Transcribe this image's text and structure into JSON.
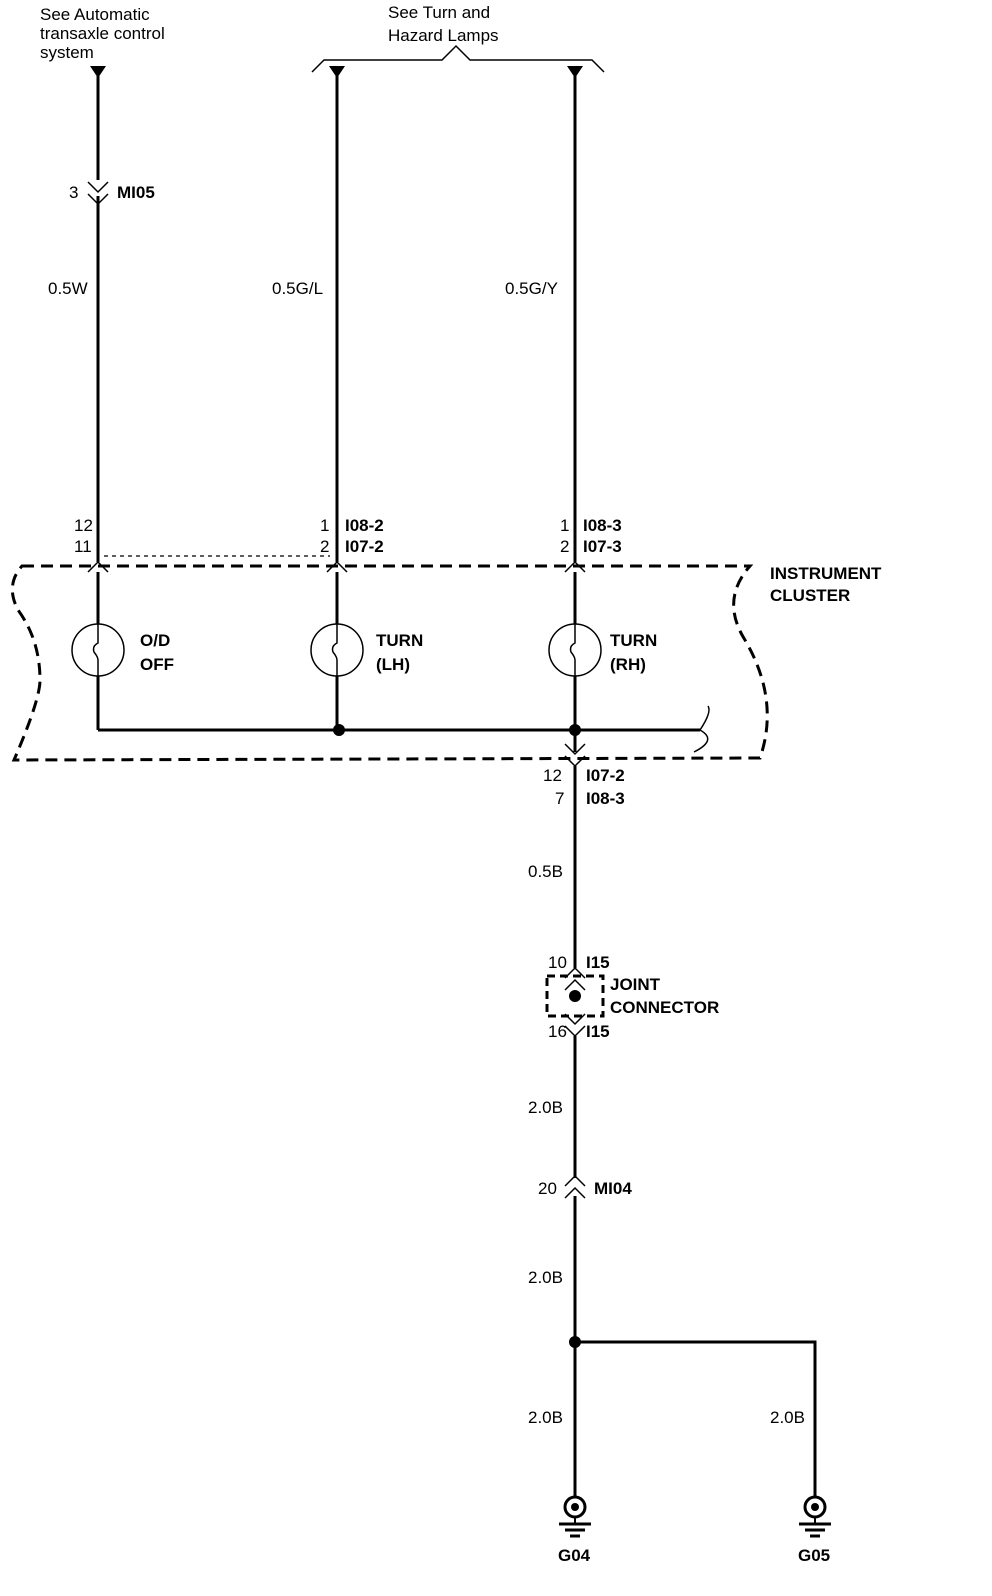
{
  "header": {
    "atcs_lines": [
      "See Automatic",
      "transaxle control",
      "system"
    ],
    "turn_lines": [
      "See Turn and",
      "Hazard Lamps"
    ]
  },
  "wires": {
    "w1_conn_pin": "3",
    "w1_conn": "MI05",
    "w1_color": "0.5W",
    "w2_color": "0.5G/L",
    "w3_color": "0.5G/Y"
  },
  "cluster": {
    "label_lines": [
      "INSTRUMENT",
      "CLUSTER"
    ],
    "top_pins": [
      {
        "pin_a": "12",
        "pin_b": "11",
        "conn_a": "",
        "conn_b": ""
      },
      {
        "pin_a": "1",
        "pin_b": "2",
        "conn_a": "I08-2",
        "conn_b": "I07-2"
      },
      {
        "pin_a": "1",
        "pin_b": "2",
        "conn_a": "I08-3",
        "conn_b": "I07-3"
      }
    ],
    "lamps": [
      {
        "line1": "O/D",
        "line2": "OFF"
      },
      {
        "line1": "TURN",
        "line2": "(LH)"
      },
      {
        "line1": "TURN",
        "line2": "(RH)"
      }
    ],
    "bottom_pin_a": "12",
    "bottom_conn_a": "I07-2",
    "bottom_pin_b": "7",
    "bottom_conn_b": "I08-3"
  },
  "ground_path": {
    "wire1": "0.5B",
    "joint_top_pin": "10",
    "joint_top_conn": "I15",
    "joint_label_lines": [
      "JOINT",
      "CONNECTOR"
    ],
    "joint_bottom_pin": "16",
    "joint_bottom_conn": "I15",
    "wire2": "2.0B",
    "mi04_pin": "20",
    "mi04_conn": "MI04",
    "wire3": "2.0B",
    "wire4_left": "2.0B",
    "wire4_right": "2.0B",
    "ground_left": "G04",
    "ground_right": "G05"
  }
}
